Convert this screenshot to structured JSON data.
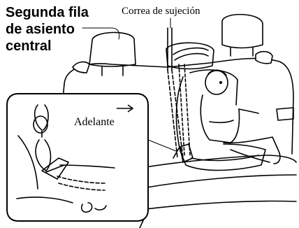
{
  "figure": {
    "title_lines": [
      "Segunda fila",
      "de asiento",
      "central"
    ],
    "strap_label": "Correa de sujeción",
    "forward_label": "Adelante",
    "icons": {
      "forward": "arrow-right-icon",
      "anchor": "tether-anchor-icon"
    },
    "colors": {
      "line": "#000000",
      "background": "#ffffff"
    }
  }
}
